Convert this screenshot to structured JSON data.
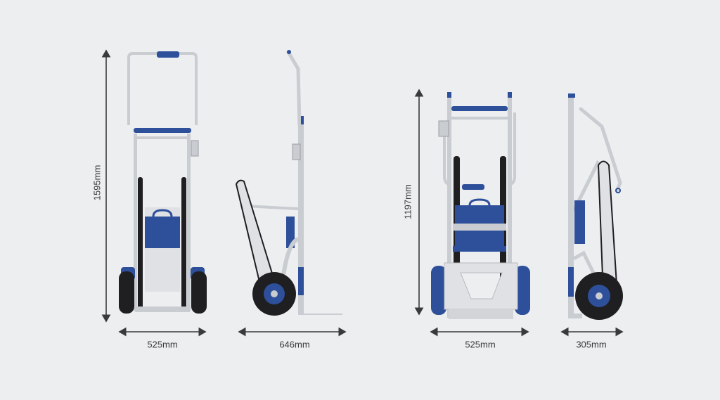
{
  "colors": {
    "background": "#eceef0",
    "frame": "#c9ccd0",
    "accent_blue": "#2e4f9a",
    "tyre": "#1f1f22",
    "dimension_line": "#3a3a3a"
  },
  "views": [
    {
      "name": "front-extended",
      "height_label": "1595mm",
      "width_label": "525mm"
    },
    {
      "name": "side-extended",
      "width_label": "646mm"
    },
    {
      "name": "front-folded",
      "height_label": "1197mm",
      "width_label": "525mm"
    },
    {
      "name": "side-folded",
      "width_label": "305mm"
    }
  ]
}
